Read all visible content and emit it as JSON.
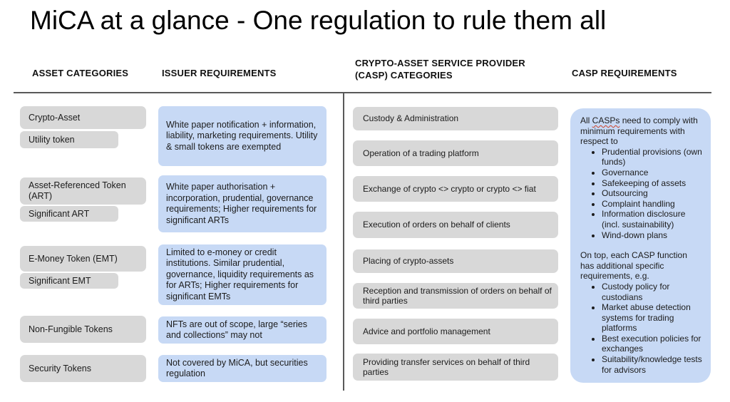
{
  "title": "MiCA at a glance - One regulation to rule them all",
  "columns": {
    "asset_categories": {
      "header": "ASSET CATEGORIES",
      "groups": [
        {
          "main": "Crypto-Asset",
          "sub": "Utility token"
        },
        {
          "main": "Asset-Referenced Token (ART)",
          "sub": "Significant ART"
        },
        {
          "main": "E-Money Token (EMT)",
          "sub": "Significant EMT"
        },
        {
          "main": "Non-Fungible Tokens"
        },
        {
          "main": "Security Tokens"
        }
      ]
    },
    "issuer_requirements": {
      "header": "ISSUER REQUIREMENTS",
      "items": [
        "White paper notification + information, liability, marketing requirements. Utility & small tokens are exempted",
        "White paper authorisation + incorporation, prudential, governance requirements; Higher requirements for significant ARTs",
        "Limited to e-money or credit institutions. Similar prudential, governance, liquidity requirements as for ARTs; Higher requirements for significant EMTs",
        "NFTs are out of scope, large “series and collections” may not",
        "Not covered by MiCA, but securities regulation"
      ]
    },
    "casp_categories": {
      "header": "CRYPTO-ASSET SERVICE PROVIDER (CASP) CATEGORIES",
      "items": [
        "Custody & Administration",
        "Operation of a trading platform",
        "Exchange of crypto <> crypto or crypto <> fiat",
        "Execution of orders on behalf of clients",
        "Placing of crypto-assets",
        "Reception and transmission of orders on behalf of third parties",
        "Advice and portfolio management",
        "Providing transfer services on behalf of third parties"
      ]
    },
    "casp_requirements": {
      "header": "CASP REQUIREMENTS",
      "intro1_prefix": "All ",
      "intro1_word": "CASPs",
      "intro1_suffix": " need to comply with minimum requirements with respect to",
      "bullets1": [
        "Prudential provisions (own funds)",
        "Governance",
        "Safekeeping of assets",
        "Outsourcing",
        "Complaint handling",
        "Information disclosure (incl. sustainability)",
        "Wind-down plans"
      ],
      "intro2": "On top, each CASP function has additional specific requirements, e.g.",
      "bullets2": [
        "Custody policy for custodians",
        "Market abuse detection systems for trading platforms",
        "Best execution policies for exchanges",
        "Suitability/knowledge tests for advisors"
      ]
    }
  },
  "colors": {
    "box_gray": "#d8d8d8",
    "box_blue": "#c7d9f5",
    "line": "#595959",
    "text": "#1c1c1c",
    "squiggle": "#cc4125"
  }
}
